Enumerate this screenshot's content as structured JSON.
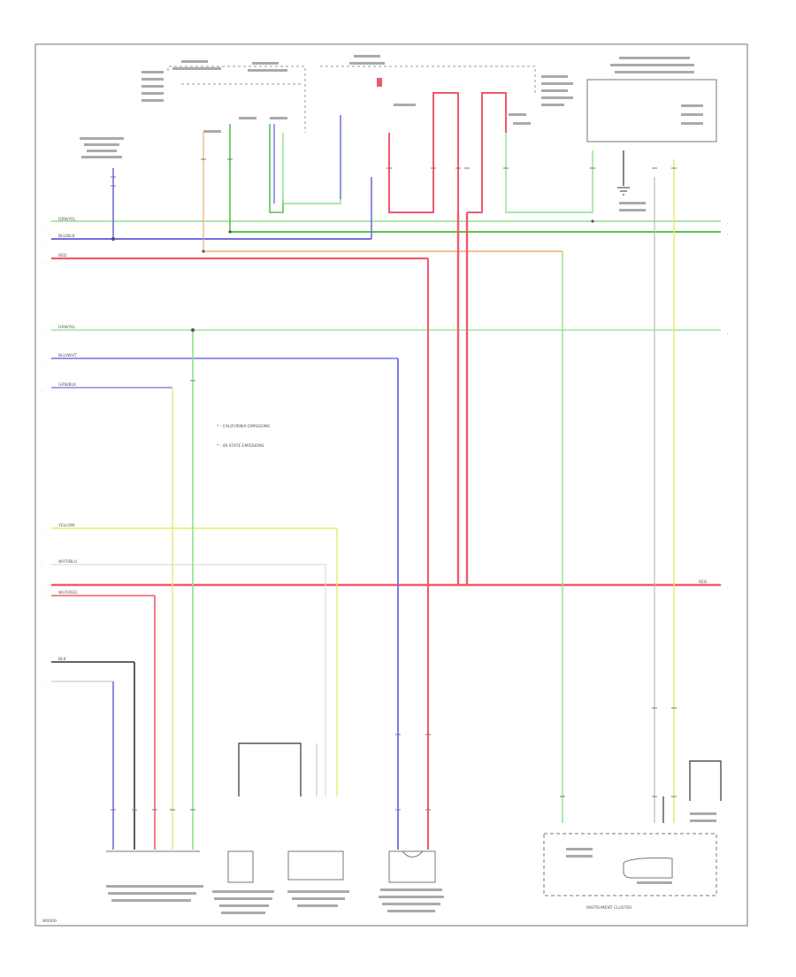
{
  "diagram": {
    "footer_code": "W0000",
    "labels": {
      "bus_red_right": "RED",
      "bus_red_left": "RED",
      "bus_yellow": "YELLOW",
      "bus_white": "WHT/BLU",
      "bus_white2": "WHT/RED",
      "bus_blk": "BLK",
      "bus_grn_top": "GRN/YEL",
      "bus_blu_top": "BLU/BLK",
      "bus_grn_mid": "GRN/YEL",
      "bus_blu_mid": "BLU/WHT",
      "bus_pnk_mid": "GRN/BLK",
      "instrument_cluster": "INSTRUMENT CLUSTER",
      "note_line1": "* : CALIFORNIA EMISSIONS",
      "note_line2": "* : 49 STATE EMISSIONS"
    },
    "colors": {
      "red": "#f05a6a",
      "green": "#8fe08a",
      "blue": "#6e6ee6",
      "yellow": "#e8e86a",
      "orange": "#e8b070",
      "black": "#333333",
      "frame": "#888888"
    }
  }
}
